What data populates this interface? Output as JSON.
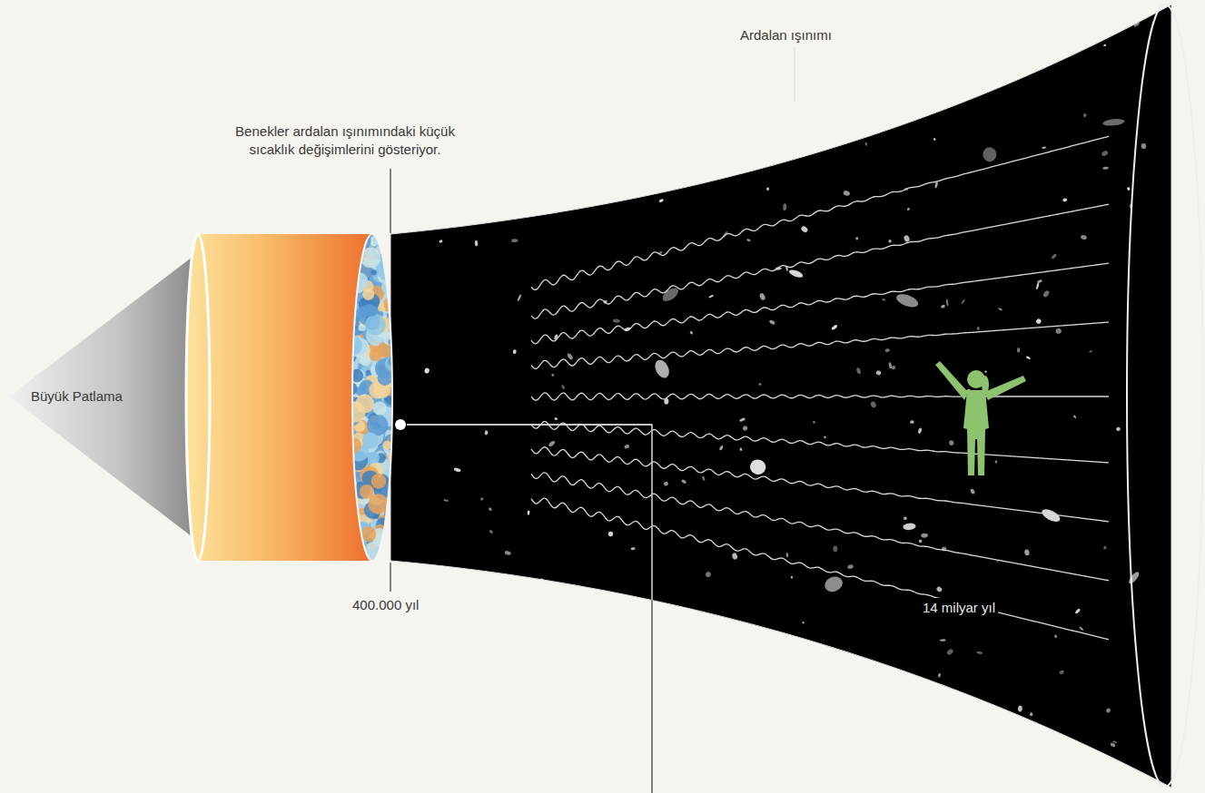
{
  "diagram": {
    "labels": [
      "Benekler ardalan ışınımındaki küçük sıcaklık değişimlerini gösteriyor.",
      "Ardalan ışınımı",
      "Büyük Patlama",
      "400.000 yıl",
      "14 milyar yıl"
    ]
  }
}
